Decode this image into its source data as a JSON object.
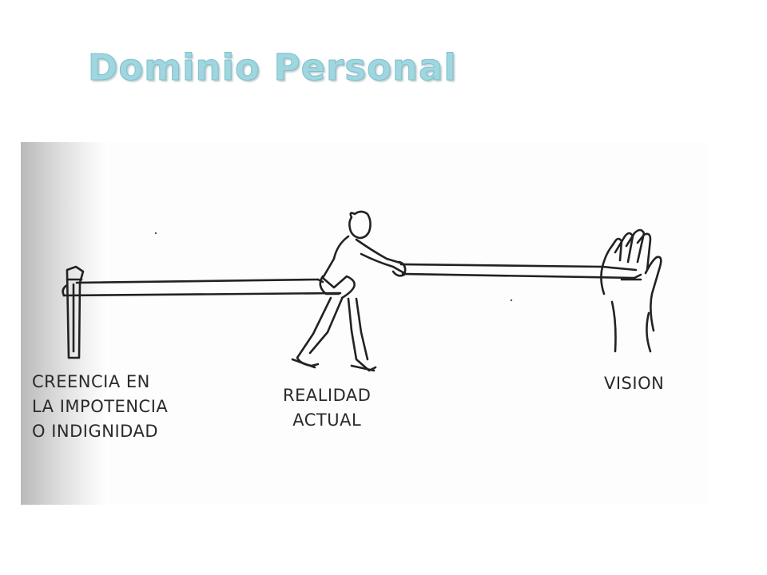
{
  "slide": {
    "title": "Dominio Personal"
  },
  "diagram": {
    "labels": {
      "belief": "CREENCIA EN\nLA IMPOTENCIA\nO INDIGNIDAD",
      "reality": "REALIDAD\nACTUAL",
      "vision": "VISION"
    }
  }
}
